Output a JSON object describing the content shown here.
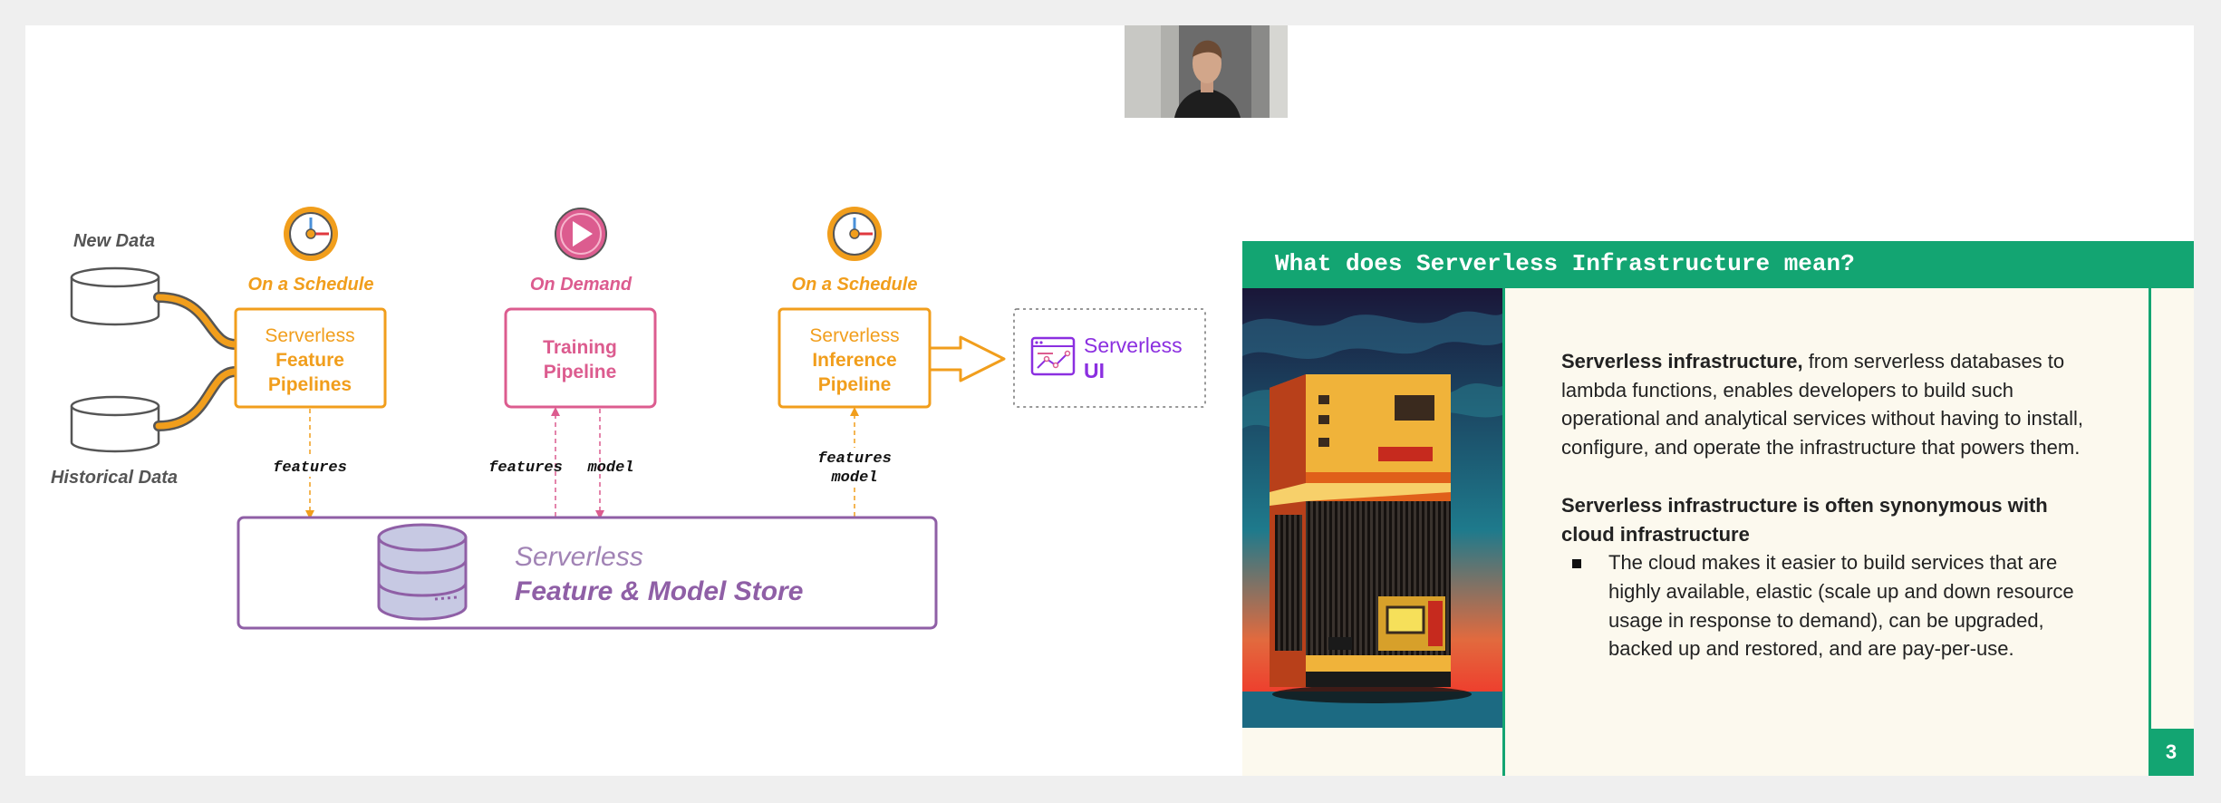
{
  "diagram": {
    "sources": {
      "new_data": "New Data",
      "historical_data": "Historical Data"
    },
    "triggers": {
      "schedule_1": "On a Schedule",
      "demand": "On Demand",
      "schedule_2": "On a Schedule"
    },
    "pipelines": {
      "feature": {
        "line1": "Serverless",
        "line2": "Feature",
        "line3": "Pipelines"
      },
      "training": {
        "line1": "Training",
        "line2": "Pipeline"
      },
      "inference": {
        "line1": "Serverless",
        "line2": "Inference",
        "line3": "Pipeline"
      }
    },
    "ui": {
      "line1": "Serverless",
      "line2": "UI"
    },
    "store": {
      "line1": "Serverless",
      "line2": "Feature & Model Store"
    },
    "arrow_labels": {
      "feature_out": "features",
      "training_in": "features",
      "training_out": "model",
      "inference_in_1": "features",
      "inference_in_2": "model"
    },
    "colors": {
      "orange": "#f19e1c",
      "pink": "#dc5c8f",
      "purple": "#8f5fa6",
      "violet": "#8b2fe0",
      "gray": "#555555"
    },
    "icons": {
      "cylinder": "database-cylinder-icon",
      "clock": "clock-icon",
      "play": "play-icon",
      "ui": "dashboard-chart-icon",
      "store": "database-stack-icon"
    }
  },
  "slide": {
    "title": "What does Serverless Infrastructure mean?",
    "para1_bold": "Serverless infrastructure,",
    "para1_rest": " from serverless databases to lambda functions, enables developers to build such operational and analytical services without having to install, configure, and operate the infrastructure that powers them.",
    "heading2": "Serverless infrastructure is often synonymous with cloud infrastructure",
    "bullets": [
      "The cloud makes it easier to build services that are highly available, elastic (scale up and down resource usage in response to demand), can be upgraded, backed up and restored, and are pay-per-use."
    ],
    "page_number": "3",
    "colors": {
      "accent": "#13a572",
      "background": "#fcf9ee"
    }
  }
}
